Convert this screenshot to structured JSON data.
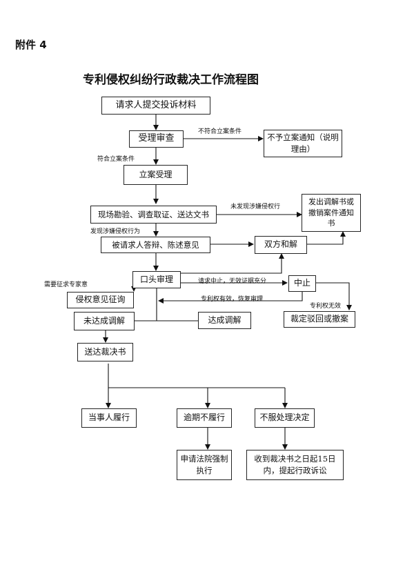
{
  "header": {
    "annex": "附件 4",
    "title": "专利侵权纠纷行政裁决工作流程图"
  },
  "nodes": {
    "submit": "请求人提交投诉材料",
    "review": "受理审查",
    "reject_notice": "不予立案通知（说明理由）",
    "filing": "立案受理",
    "investigation": "现场勘验、调查取证、送达文书",
    "mediation_withdraw": "发出调解书或撤销案件通知书",
    "respondent_reply": "被请求人答辩、陈述意见",
    "settlement": "双方和解",
    "oral_hearing": "口头审理",
    "suspend": "中止",
    "expert_opinion": "侵权意见征询",
    "mediation_failed": "未达成调解",
    "mediation_reached": "达成调解",
    "dismiss": "裁定驳回或撤案",
    "deliver_ruling": "送达裁决书",
    "party_comply": "当事人履行",
    "overdue": "逾期不履行",
    "disagree": "不服处理决定",
    "court_enforce": "申请法院强制执行",
    "lawsuit": "收到裁决书之日起15日内，提起行政诉讼"
  },
  "edge_labels": {
    "not_meet": "不符合立案条件",
    "meet": "符合立案条件",
    "no_infringement": "未发现涉嫌侵权行",
    "suspected_infringement": "发现涉嫌侵权行为",
    "need_expert": "需要征求专家意",
    "suspend_request": "请求中止，无效证据充分",
    "patent_valid": "专利权有效，恢复审理",
    "patent_invalid": "专利权无效"
  }
}
